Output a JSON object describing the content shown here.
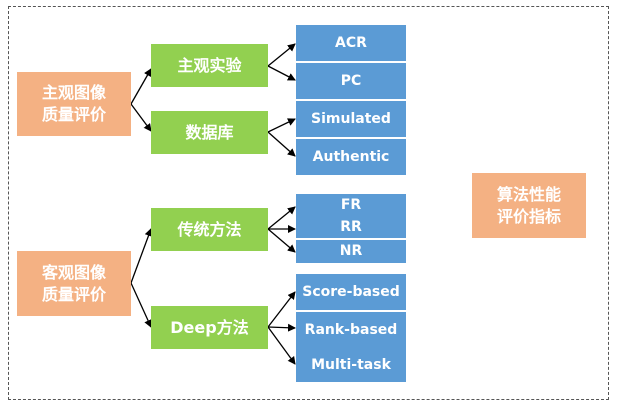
{
  "left": {
    "subjective_iqa": "主观图像\n质量评价",
    "objective_iqa": "客观图像\n质量评价"
  },
  "mid": {
    "subjective_experiment": "主观实验",
    "database": "数据库",
    "traditional_method": "传统方法",
    "deep_method": "Deep方法"
  },
  "right": {
    "acr": "ACR",
    "pc": "PC",
    "simulated": "Simulated",
    "authentic": "Authentic",
    "fr": "FR",
    "rr": "RR",
    "nr": "NR",
    "score_based": "Score-based",
    "rank_based": "Rank-based",
    "multi_task": "Multi-task"
  },
  "metrics": "算法性能\n评价指标",
  "colors": {
    "orange": "#f4b183",
    "green": "#92d050",
    "blue": "#5b9bd5",
    "line": "#000000"
  }
}
